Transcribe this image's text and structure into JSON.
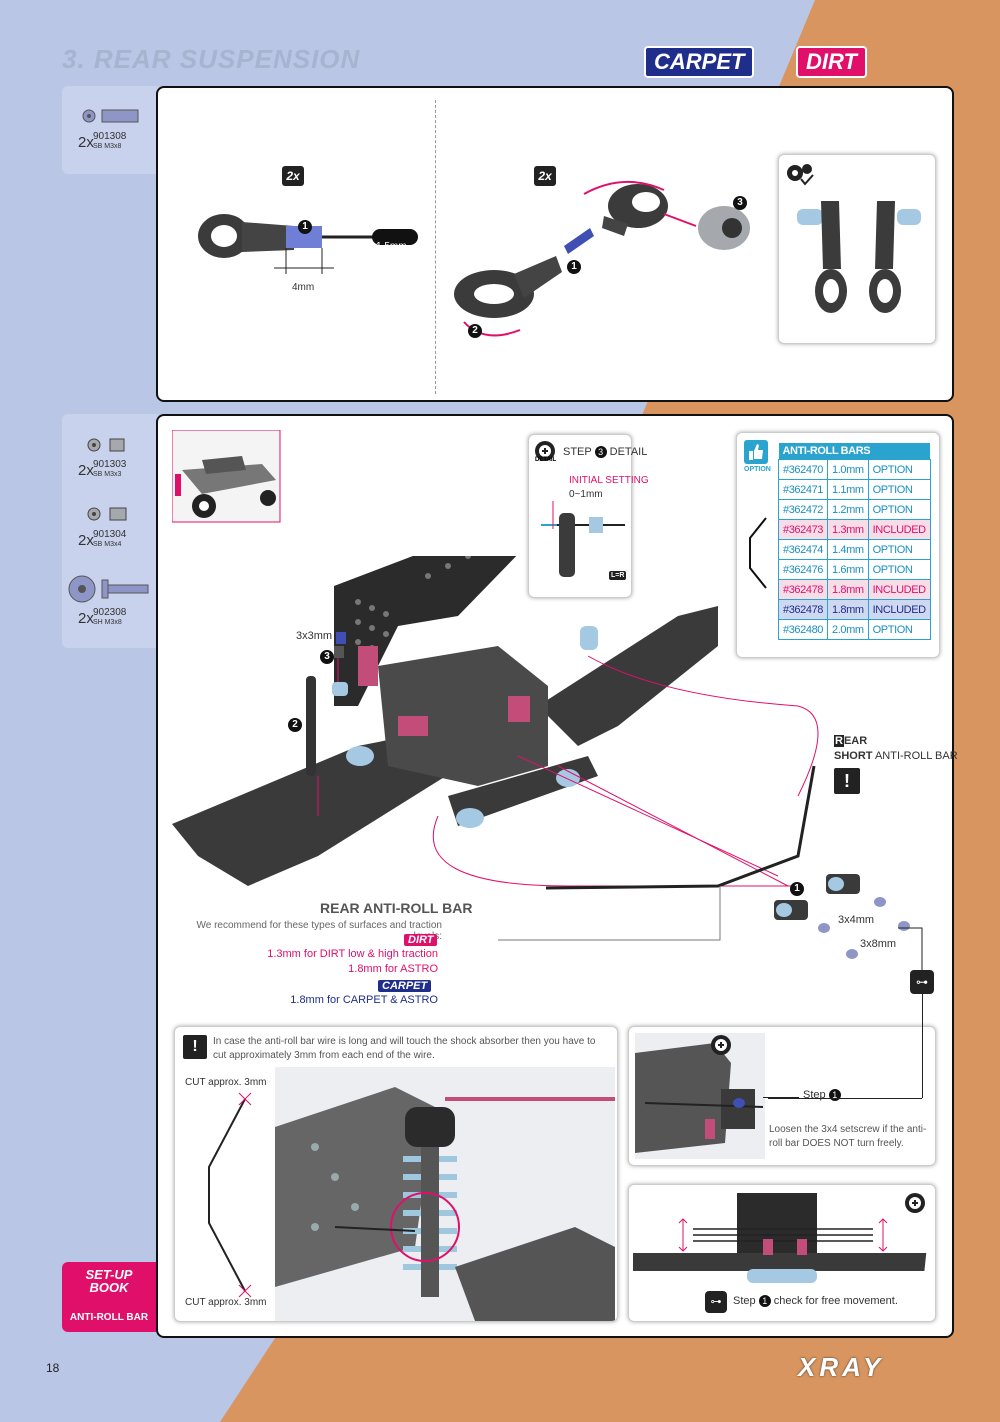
{
  "header": {
    "section_title": "3. REAR SUSPENSION",
    "badge_carpet": "CARPET",
    "badge_dirt": "DIRT"
  },
  "step1": {
    "parts": [
      {
        "qty": "2x",
        "code": "901308",
        "desc": "SB M3x8"
      }
    ],
    "left_multiplier": "2x",
    "right_multiplier": "2x",
    "hex_key_label": "1.5mm",
    "depth_label": "4mm",
    "callout_1": "1",
    "callout_2": "2",
    "callout_3": "3",
    "callout_left_1": "1"
  },
  "step2": {
    "parts": [
      {
        "qty": "2x",
        "code": "901303",
        "desc": "SB M3x3"
      },
      {
        "qty": "2x",
        "code": "901304",
        "desc": "SB M3x4"
      },
      {
        "qty": "2x",
        "code": "902308",
        "desc": "SH M3x8"
      }
    ],
    "detail_title_prefix": "STEP",
    "detail_title_num": "3",
    "detail_title_suffix": "DETAIL",
    "initial_setting": "INITIAL SETTING",
    "initial_range": "0~1mm",
    "detail_tag": "DETAIL",
    "lr_tag": "L=R",
    "option_tag": "OPTION",
    "screw_3x3": "3x3mm",
    "screw_3x4": "3x4mm",
    "screw_3x8": "3x8mm",
    "callout_3": "3",
    "callout_2": "2",
    "callout_1": "1",
    "rear_short_r": "R",
    "rear_short_rest": "EAR",
    "rear_short_bold": "SHORT",
    "rear_short_text": "ANTI-ROLL BAR",
    "anti_roll_title": "REAR ANTI-ROLL BAR",
    "anti_roll_recommend": "We recommend for these types of surfaces and traction levels:",
    "dirt_badge": "DIRT",
    "dirt_line1": "1.3mm for DIRT low & high traction",
    "dirt_line2": "1.8mm for ASTRO",
    "carpet_badge": "CARPET",
    "carpet_line1": "1.8mm for CARPET & ASTRO"
  },
  "anti_roll_table": {
    "header": "ANTI-ROLL BARS",
    "rows": [
      {
        "code": "#362470",
        "size": "1.0mm",
        "status": "OPTION",
        "type": "option"
      },
      {
        "code": "#362471",
        "size": "1.1mm",
        "status": "OPTION",
        "type": "option"
      },
      {
        "code": "#362472",
        "size": "1.2mm",
        "status": "OPTION",
        "type": "option"
      },
      {
        "code": "#362473",
        "size": "1.3mm",
        "status": "INCLUDED",
        "type": "inc"
      },
      {
        "code": "#362474",
        "size": "1.4mm",
        "status": "OPTION",
        "type": "option"
      },
      {
        "code": "#362476",
        "size": "1.6mm",
        "status": "OPTION",
        "type": "option"
      },
      {
        "code": "#362478",
        "size": "1.8mm",
        "status": "INCLUDED",
        "type": "inc"
      },
      {
        "code": "#362478",
        "size": "1.8mm",
        "status": "INCLUDED",
        "type": "inc2"
      },
      {
        "code": "#362480",
        "size": "2.0mm",
        "status": "OPTION",
        "type": "option"
      }
    ]
  },
  "cut_note": {
    "text": "In case the anti-roll bar wire is long and will touch the shock absorber then you have to cut approximately 3mm from each end of the wire.",
    "cut_top": "CUT approx. 3mm",
    "cut_bottom": "CUT approx. 3mm"
  },
  "detail_setscrew": {
    "step_label": "Step",
    "step_num": "1",
    "text": "Loosen the 3x4 setscrew if the anti-roll bar DOES NOT turn freely."
  },
  "detail_free": {
    "step_label": "Step",
    "step_num": "1",
    "text": "check for free movement."
  },
  "setup_book": {
    "title_line1": "SET-UP",
    "title_line2": "BOOK",
    "subtitle": "ANTI-ROLL BAR"
  },
  "footer": {
    "page_number": "18",
    "brand": "XRAY"
  },
  "colors": {
    "blue_bg": "#b9c6e6",
    "orange_bg": "#d9955f",
    "magenta": "#e0106a",
    "navy": "#1f2e8a",
    "cyan": "#2aa3cf"
  }
}
